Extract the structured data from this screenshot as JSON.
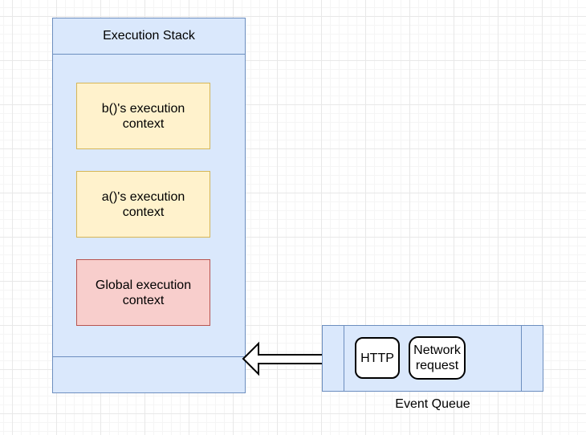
{
  "canvas": {
    "background": "#ffffff",
    "grid_minor_color": "#f5f5f5",
    "grid_major_color": "#e8e8e8"
  },
  "execution_stack": {
    "title": "Execution Stack",
    "fill": "#dae8fc",
    "border": "#6c8ebf",
    "frames": [
      {
        "label": "b()'s execution context",
        "fill": "#fff2cc",
        "border": "#d6b656"
      },
      {
        "label": "a()'s execution context",
        "fill": "#fff2cc",
        "border": "#d6b656"
      },
      {
        "label": "Global execution context",
        "fill": "#f8cecc",
        "border": "#b85450"
      }
    ]
  },
  "arrow": {
    "shape": "block-arrow-left",
    "fill": "#ffffff",
    "stroke": "#000000"
  },
  "event_queue": {
    "label": "Event Queue",
    "fill": "#dae8fc",
    "border": "#6c8ebf",
    "items": [
      {
        "label": "HTTP"
      },
      {
        "label": "Network request"
      }
    ]
  }
}
